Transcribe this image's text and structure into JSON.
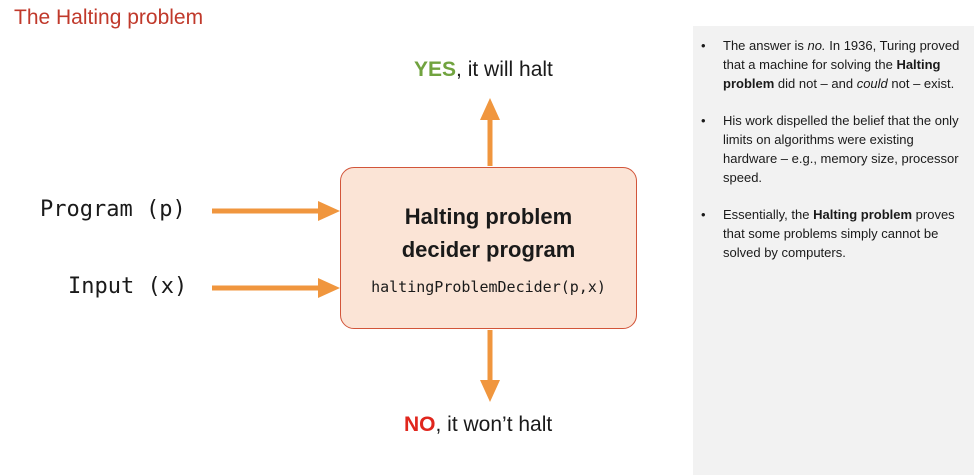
{
  "slide": {
    "title": "The Halting problem"
  },
  "diagram": {
    "inputs": {
      "program": "Program (p)",
      "input": "Input (x)"
    },
    "decider": {
      "title_line1": "Halting problem",
      "title_line2": "decider program",
      "code": "haltingProblemDecider(p,x)"
    },
    "outputs": {
      "yes_word": "YES",
      "yes_rest": ", it will halt",
      "no_word": "NO",
      "no_rest": ", it won’t halt"
    },
    "colors": {
      "arrow": "#f0963e",
      "box_fill": "#fbe4d6",
      "box_border": "#d2553a",
      "yes": "#71a33f",
      "no": "#e0261d",
      "title": "#c0392b"
    }
  },
  "notes": {
    "n1": {
      "a": "The answer is ",
      "b": "no.",
      "c": " In 1936, Turing proved that a machine for solving the ",
      "d": "Halting problem",
      "e": " did not – and ",
      "f": "could",
      "g": " not – exist."
    },
    "n2": {
      "a": "His work dispelled the belief that the only limits on algorithms were existing hardware – e.g., memory size, processor speed."
    },
    "n3": {
      "a": "Essentially, the ",
      "b": "Halting problem",
      "c": " proves that some problems simply cannot be solved by computers."
    }
  }
}
